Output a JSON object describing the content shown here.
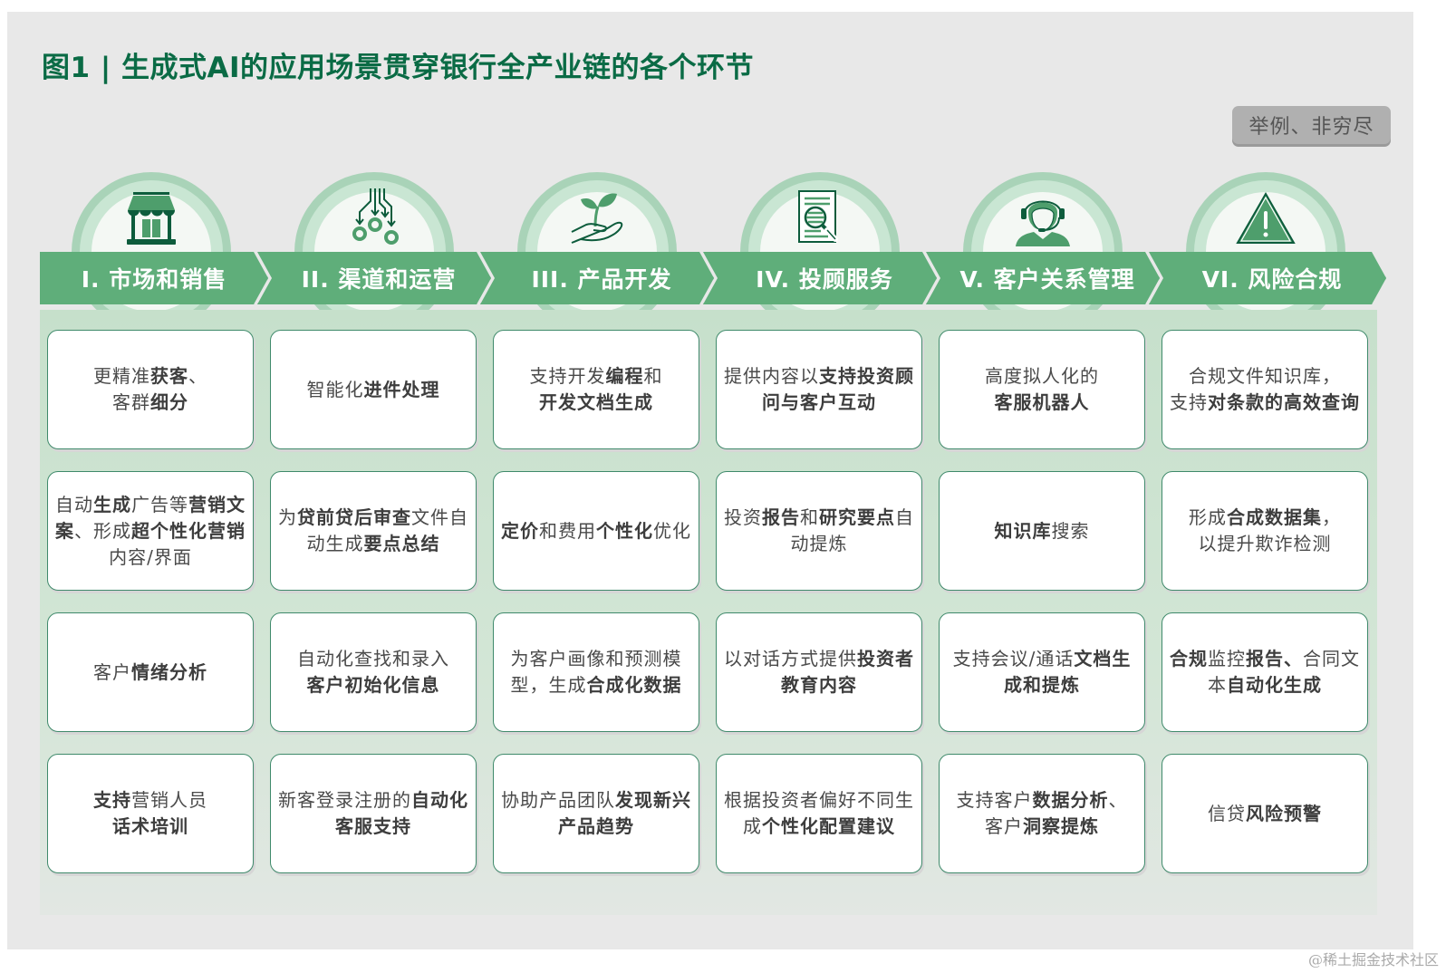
{
  "title": "图1 | 生成式AI的应用场景贯穿银行全产业链的各个环节",
  "tag": "举例、非穷尽",
  "watermark": "@稀土掘金技术社区",
  "colors": {
    "title": "#0a6b45",
    "banner": "#5fae7a",
    "icon_dark": "#0d5c3c",
    "icon_mid": "#4e9e6c",
    "column_bg": "#c6e0cb",
    "card_border": "#3f8a6b"
  },
  "columns": [
    {
      "label": "I. 市场和销售",
      "icon": "storefront-icon",
      "cards": [
        [
          {
            "t": "更精准",
            "b": false
          },
          {
            "t": "获客",
            "b": true
          },
          {
            "t": "、\n客群",
            "b": false
          },
          {
            "t": "细分",
            "b": true
          }
        ],
        [
          {
            "t": "自动",
            "b": false
          },
          {
            "t": "生成",
            "b": true
          },
          {
            "t": "广告等",
            "b": false
          },
          {
            "t": "营销文案",
            "b": true
          },
          {
            "t": "、形成",
            "b": false
          },
          {
            "t": "超个性化营销",
            "b": true
          },
          {
            "t": "内容/界面",
            "b": false
          }
        ],
        [
          {
            "t": "客户",
            "b": false
          },
          {
            "t": "情绪分析",
            "b": true
          }
        ],
        [
          {
            "t": "支持",
            "b": true
          },
          {
            "t": "营销人员\n",
            "b": false
          },
          {
            "t": "话术培训",
            "b": true
          }
        ]
      ]
    },
    {
      "label": "II. 渠道和运营",
      "icon": "workflow-routing-icon",
      "cards": [
        [
          {
            "t": "智能化",
            "b": false
          },
          {
            "t": "进件处理",
            "b": true
          }
        ],
        [
          {
            "t": "为",
            "b": false
          },
          {
            "t": "贷前贷后审查",
            "b": true
          },
          {
            "t": "文件自动生成",
            "b": false
          },
          {
            "t": "要点总结",
            "b": true
          }
        ],
        [
          {
            "t": "自动化查找和录入\n",
            "b": false
          },
          {
            "t": "客户初始化信息",
            "b": true
          }
        ],
        [
          {
            "t": "新客登录注册的",
            "b": false
          },
          {
            "t": "自动化客服支持",
            "b": true
          }
        ]
      ]
    },
    {
      "label": "III. 产品开发",
      "icon": "hand-sprout-icon",
      "cards": [
        [
          {
            "t": "支持开发",
            "b": false
          },
          {
            "t": "编程",
            "b": true
          },
          {
            "t": "和\n",
            "b": false
          },
          {
            "t": "开发文档生成",
            "b": true
          }
        ],
        [
          {
            "t": "定价",
            "b": true
          },
          {
            "t": "和费用",
            "b": false
          },
          {
            "t": "个性化",
            "b": true
          },
          {
            "t": "优化",
            "b": false
          }
        ],
        [
          {
            "t": "为客户画像和预测模型，生成",
            "b": false
          },
          {
            "t": "合成化数据",
            "b": true
          }
        ],
        [
          {
            "t": "协助产品团队",
            "b": false
          },
          {
            "t": "发现新兴产品趋势",
            "b": true
          }
        ]
      ]
    },
    {
      "label": "IV. 投顾服务",
      "icon": "document-search-icon",
      "cards": [
        [
          {
            "t": "提供内容以",
            "b": false
          },
          {
            "t": "支持投资顾问与客户互动",
            "b": true
          }
        ],
        [
          {
            "t": "投资",
            "b": false
          },
          {
            "t": "报告",
            "b": true
          },
          {
            "t": "和",
            "b": false
          },
          {
            "t": "研究要点",
            "b": true
          },
          {
            "t": "自动提炼",
            "b": false
          }
        ],
        [
          {
            "t": "以对话方式提供",
            "b": false
          },
          {
            "t": "投资者教育内容",
            "b": true
          }
        ],
        [
          {
            "t": "根据投资者偏好不同生成",
            "b": false
          },
          {
            "t": "个性化配置建议",
            "b": true
          }
        ]
      ]
    },
    {
      "label": "V. 客户关系管理",
      "icon": "headset-agent-icon",
      "cards": [
        [
          {
            "t": "高度拟人化的\n",
            "b": false
          },
          {
            "t": "客服机器人",
            "b": true
          }
        ],
        [
          {
            "t": "知识库",
            "b": true
          },
          {
            "t": "搜索",
            "b": false
          }
        ],
        [
          {
            "t": "支持会议/通话",
            "b": false
          },
          {
            "t": "文档生成和提炼",
            "b": true
          }
        ],
        [
          {
            "t": "支持客户",
            "b": false
          },
          {
            "t": "数据分析",
            "b": true
          },
          {
            "t": "、\n客户",
            "b": false
          },
          {
            "t": "洞察提炼",
            "b": true
          }
        ]
      ]
    },
    {
      "label": "VI. 风险合规",
      "icon": "warning-triangle-icon",
      "cards": [
        [
          {
            "t": "合规文件知识库，\n支持",
            "b": false
          },
          {
            "t": "对条款的高效查询",
            "b": true
          }
        ],
        [
          {
            "t": "形成",
            "b": false
          },
          {
            "t": "合成数据集",
            "b": true
          },
          {
            "t": "，\n以提升欺诈检测",
            "b": false
          }
        ],
        [
          {
            "t": "合规",
            "b": true
          },
          {
            "t": "监控",
            "b": false
          },
          {
            "t": "报告、",
            "b": true
          },
          {
            "t": "合同文本",
            "b": false
          },
          {
            "t": "自动化生成",
            "b": true
          }
        ],
        [
          {
            "t": "信贷",
            "b": false
          },
          {
            "t": "风险预警",
            "b": true
          }
        ]
      ]
    }
  ]
}
